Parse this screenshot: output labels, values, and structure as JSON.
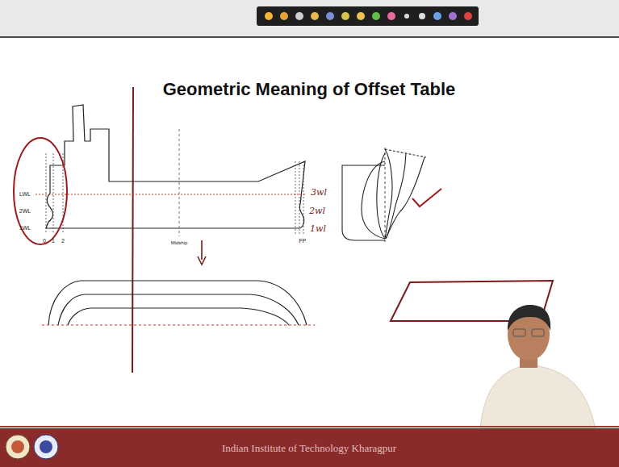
{
  "diagram": {
    "title": "Geometric Meaning of Offset Table",
    "labels": [
      "LWL",
      "2WL",
      "1WL",
      "0",
      "1",
      "2",
      "Midship",
      "FP",
      "3wl",
      "2wl",
      "1wl",
      "Indian Institute of Technology Kharagpur"
    ]
  }
}
